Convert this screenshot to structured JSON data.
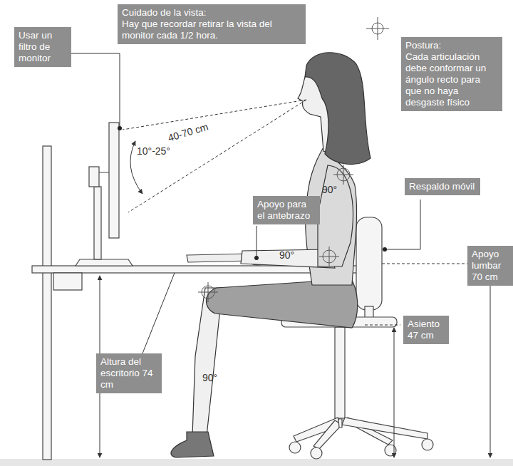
{
  "diagram": {
    "nodes": [
      {
        "text": [
          "Usar un filtro de monitor"
        ]
      },
      {
        "text": [
          "Cuidado de la vista:",
          "Hay que recordar retirar la vista del monitor cada 1/2 hora."
        ]
      },
      {
        "text": [
          "Postura:",
          "Cada articulación debe conformar un ángulo recto para que no haya desgaste físico"
        ]
      },
      {
        "text": [
          "Apoyo para el antebrazo"
        ]
      },
      {
        "text": [
          "Respaldo móvil"
        ]
      },
      {
        "text": [
          "Apoyo lumbar 70 cm"
        ]
      },
      {
        "text": [
          "Asiento 47 cm"
        ]
      },
      {
        "text": [
          "Altura del escritorio 74 cm"
        ]
      }
    ],
    "labels": [
      "10°-25°",
      "40-70 cm",
      "90°",
      "90°",
      "90°"
    ]
  }
}
